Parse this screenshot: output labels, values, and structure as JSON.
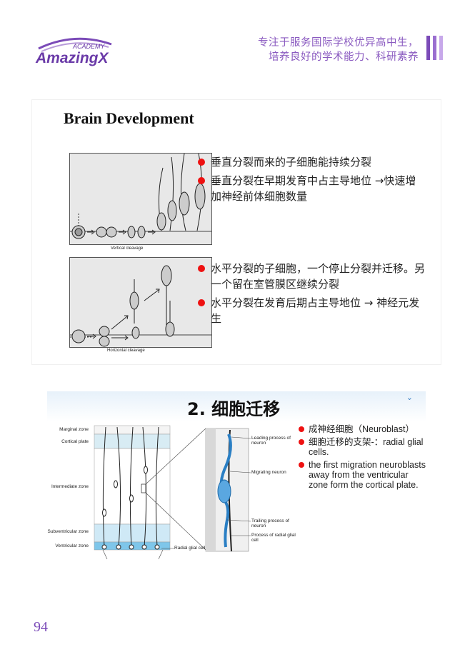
{
  "header": {
    "logo_academy": "ACADEMY",
    "logo_name": "AmazingX",
    "tagline_line1": "专注于服务国际学校优异高中生，",
    "tagline_line2": "培养良好的学术能力、科研素养"
  },
  "slide1": {
    "title": "Brain Development",
    "fig1_caption": "Vertical cleavage",
    "fig2_caption": "Horizontal cleavage",
    "bullets_vertical": [
      "垂直分裂而来的子细胞能持续分裂",
      "垂直分裂在早期发育中占主导地位 →快速增加神经前体细胞数量"
    ],
    "bullets_horizontal": [
      "水平分裂的子细胞，一个停止分裂并迁移。另一个留在室管膜区继续分裂",
      "水平分裂在发育后期占主导地位 → 神经元发生"
    ]
  },
  "slide2": {
    "title": "2. 细胞迁移",
    "zones": {
      "marginal": "Marginal zone",
      "cortical": "Cortical plate",
      "intermediate": "Intermediate zone",
      "subventricular": "Subventricular zone",
      "ventricular": "Ventricular zone"
    },
    "radial_glial_label": "Radial glial cell",
    "callouts": {
      "leading": "Leading process of neuron",
      "migrating": "Migrating neuron",
      "trailing": "Trailing process of neuron",
      "process_radial": "Process of radial glial cell"
    },
    "bullets": [
      "成神经细胞（Neuroblast）",
      "细胞迁移的支架-：radial glial cells.",
      "the first migration neuroblasts away from the ventricular zone form the cortical plate."
    ]
  },
  "page_number": "94",
  "colors": {
    "accent": "#7b4bb8",
    "bullet": "#e11111",
    "blue_zone": "#7ec6ea"
  }
}
